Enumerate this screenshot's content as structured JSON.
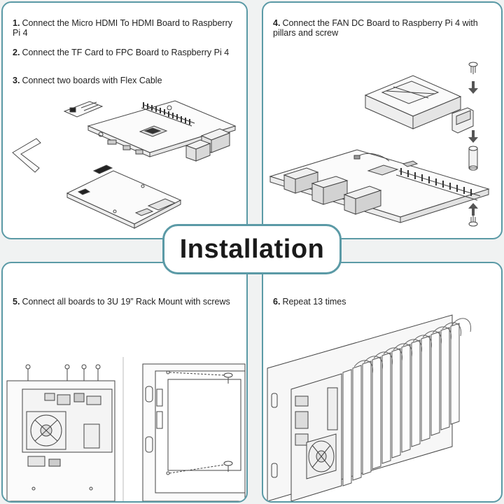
{
  "title": "Installation",
  "steps": [
    {
      "num": "1.",
      "text": "Connect the Micro HDMI To HDMI Board to Raspberry Pi 4"
    },
    {
      "num": "2.",
      "text": "Connect the TF Card to FPC Board to Raspberry Pi 4"
    },
    {
      "num": "3.",
      "text": "Connect two boards with Flex Cable"
    },
    {
      "num": "4.",
      "text": "Connect the FAN DC Board to Raspberry Pi 4 with pillars and screw"
    },
    {
      "num": "5.",
      "text": "Connect all boards to 3U 19”  Rack Mount with screws"
    },
    {
      "num": "6.",
      "text": "Repeat 13 times"
    }
  ],
  "colors": {
    "panel_border": "#5b9aa6",
    "background": "#f0f2f2",
    "line_art": "#444444"
  },
  "icons": [
    "raspberry-pi-board-icon",
    "hdmi-adapter-board-icon",
    "flex-cable-icon",
    "tf-fpc-board-icon",
    "fan-board-icon",
    "screw-icon",
    "pillar-icon",
    "rack-mount-icon",
    "rack-cluster-icon"
  ]
}
